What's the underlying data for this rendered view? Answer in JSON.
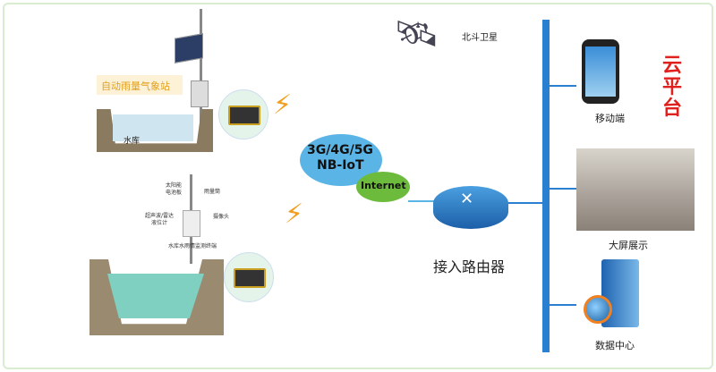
{
  "station_label": "自动雨量气象站",
  "reservoir_label": "水库",
  "device_labels": {
    "solar": "太阳能电池板",
    "rain_gauge": "雨量筒",
    "level_meter": "超声波/雷达液位计",
    "camera": "摄像头",
    "terminal": "水库水雨情监测终端"
  },
  "satellite_label": "北斗卫星",
  "network": {
    "cellular_line1": "3G/4G/5G",
    "cellular_line2": "NB-IoT",
    "internet": "Internet"
  },
  "router_label": "接入路由器",
  "cloud_platform": "云平台",
  "endpoints": [
    "移动端",
    "大屏展示",
    "数据中心"
  ],
  "colors": {
    "bus": "#2a7fd0",
    "cloud_title": "#e0201c",
    "cloud_blue": "#5ab4e6",
    "cloud_green": "#6dbb3c"
  }
}
